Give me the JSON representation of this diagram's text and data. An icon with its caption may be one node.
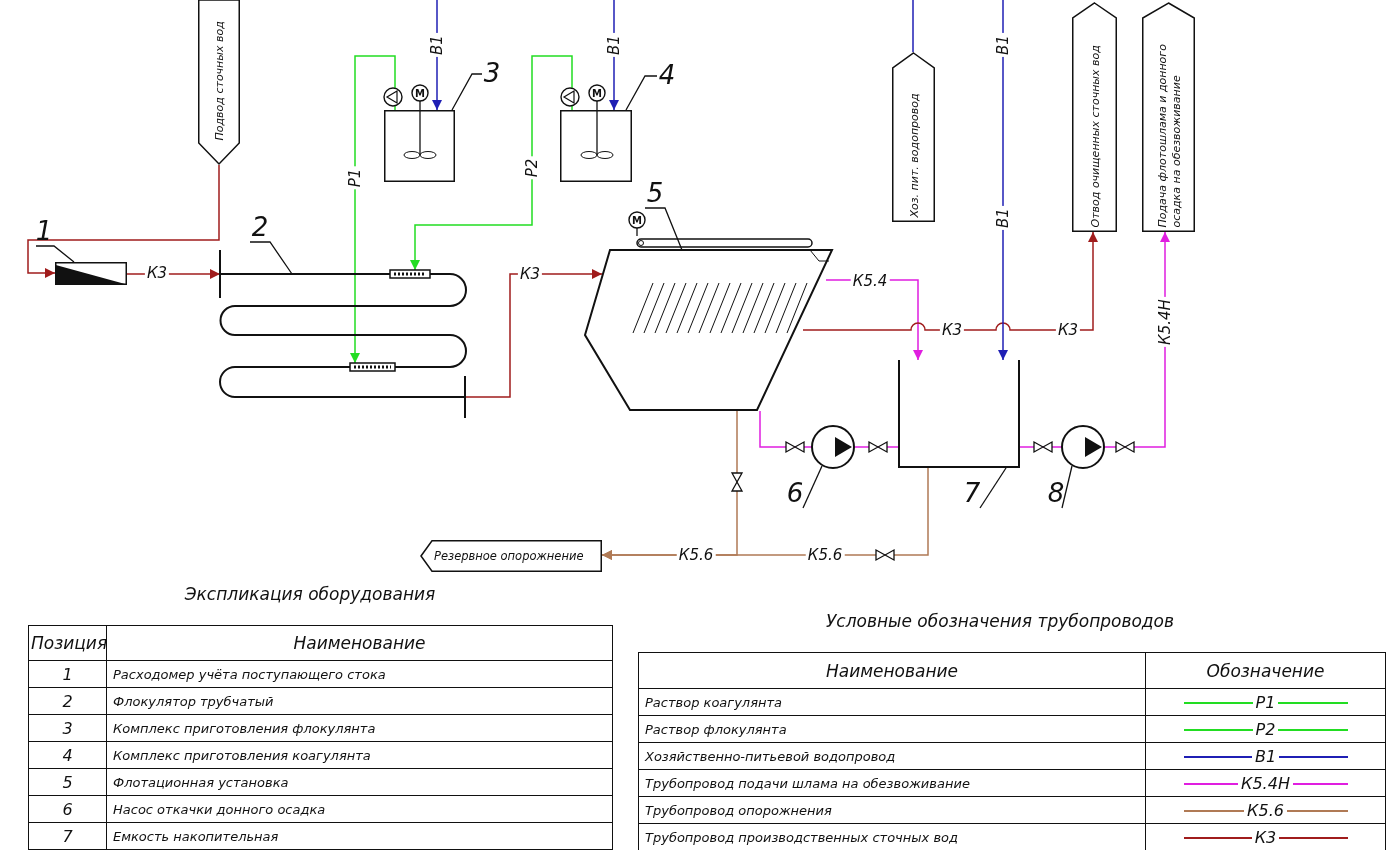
{
  "diagram": {
    "nodes": [
      {
        "text": [
          "Подвод сточных вод"
        ]
      },
      {
        "text": [],
        "shape": "box"
      },
      {
        "text": [
          "1"
        ]
      },
      {
        "text": [],
        "shape": "coil"
      },
      {
        "text": [
          "2"
        ]
      },
      {
        "text": [],
        "shape": "box"
      },
      {
        "text": [
          "3"
        ]
      },
      {
        "text": [],
        "shape": "box"
      },
      {
        "text": [
          "4"
        ]
      },
      {
        "text": [],
        "shape": "tank"
      },
      {
        "text": [
          "5"
        ]
      },
      {
        "text": [
          "Хоз. пит. водопровод"
        ]
      },
      {
        "text": [
          "Отвод очищенных сточных вод"
        ]
      },
      {
        "text": [
          "Подача флотошлама и донного осадка на обезвоживание"
        ]
      },
      {
        "text": [],
        "shape": "tank"
      },
      {
        "text": [
          "7"
        ]
      },
      {
        "text": [],
        "shape": "circle"
      },
      {
        "text": [
          "6"
        ]
      },
      {
        "text": [],
        "shape": "circle"
      },
      {
        "text": [
          "8"
        ]
      },
      {
        "text": [
          "Резервное опорожнение"
        ]
      }
    ],
    "edges": [
      {
        "from": 0,
        "to": 1,
        "arrow": "to",
        "color": "#a01c1c"
      },
      {
        "from": 1,
        "to": 3,
        "label": "К3",
        "arrow": "to",
        "color": "#a01c1c"
      },
      {
        "from": 5,
        "to": 3,
        "label": "Р1",
        "arrow": "to",
        "color": "#22dd22"
      },
      {
        "from": 7,
        "to": 3,
        "label": "Р2",
        "arrow": "to",
        "color": "#22dd22"
      },
      {
        "from": null,
        "to": 5,
        "label": "В1",
        "arrow": "to",
        "color": "#1f1fb4"
      },
      {
        "from": null,
        "to": 7,
        "label": "В1",
        "arrow": "to",
        "color": "#1f1fb4"
      },
      {
        "from": 3,
        "to": 9,
        "label": "К3",
        "arrow": "to",
        "color": "#a01c1c"
      },
      {
        "from": 9,
        "to": 14,
        "label": "К5.4",
        "arrow": "to",
        "color": "#e01ee0"
      },
      {
        "from": 9,
        "to": 12,
        "label": "К3",
        "arrow": "to",
        "color": "#a01c1c"
      },
      {
        "from": null,
        "to": 14,
        "label": "В1",
        "arrow": "to",
        "color": "#1f1fb4"
      },
      {
        "from": 11,
        "to": null,
        "arrow": "none",
        "color": "#1f1fb4"
      },
      {
        "from": 9,
        "to": 16,
        "arrow": "none",
        "color": "#e01ee0"
      },
      {
        "from": 16,
        "to": 14,
        "arrow": "none",
        "color": "#e01ee0"
      },
      {
        "from": 14,
        "to": 18,
        "arrow": "none",
        "color": "#e01ee0"
      },
      {
        "from": 18,
        "to": 13,
        "label": "К5.4Н",
        "arrow": "to",
        "color": "#e01ee0"
      },
      {
        "from": 9,
        "to": 20,
        "label": "К5.6",
        "arrow": "to",
        "color": "#b07a55"
      },
      {
        "from": 14,
        "to": 20,
        "label": "К5.6",
        "arrow": "to",
        "color": "#b07a55"
      },
      {
        "from": 2,
        "to": 1,
        "arrow": "none"
      },
      {
        "from": 4,
        "to": 3,
        "arrow": "none"
      },
      {
        "from": 6,
        "to": 5,
        "arrow": "none"
      },
      {
        "from": 8,
        "to": 7,
        "arrow": "none"
      },
      {
        "from": 10,
        "to": 9,
        "arrow": "none"
      },
      {
        "from": 15,
        "to": 14,
        "arrow": "none"
      },
      {
        "from": 17,
        "to": 16,
        "arrow": "none"
      },
      {
        "from": 19,
        "to": 18,
        "arrow": "none"
      }
    ],
    "labels": [
      "К3",
      "В1",
      "М",
      "М",
      "М",
      "Экспликация оборудования",
      "Позиция",
      "Наименование",
      "1",
      "Расходомер учёта поступающего стока",
      "2",
      "Флокулятор трубчатый",
      "3",
      "Комплекс приготовления флокулянта",
      "4",
      "Комплекс приготовления коагулянта",
      "5",
      "Флотационная установка",
      "6",
      "Насос откачки донного осадка",
      "7",
      "Емкость накопительная",
      "Условные обозначения трубопроводов",
      "Наименование",
      "Обозначение",
      "Р1",
      "Р2",
      "В1",
      "К5.4Н",
      "К5.6",
      "К3"
    ],
    "legend": [
      {
        "text": "Раствор коагулянта",
        "color": "#22dd22"
      },
      {
        "text": "Раствор флокулянта",
        "color": "#22dd22"
      },
      {
        "text": "Хозяйственно-питьевой водопровод",
        "color": "#1f1fb4"
      },
      {
        "text": "Трубопровод подачи шлама на обезвоживание",
        "color": "#e01ee0"
      },
      {
        "text": "Трубопровод опорожнения",
        "color": "#b07a55"
      },
      {
        "text": "Трубопровод производственных сточных вод",
        "color": "#a01c1c"
      }
    ]
  }
}
